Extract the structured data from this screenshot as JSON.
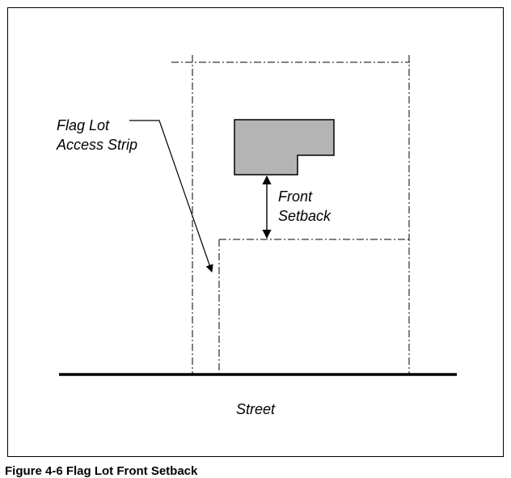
{
  "labels": {
    "flag_lot_line1": "Flag Lot",
    "flag_lot_line2": "Access Strip",
    "front_line1": "Front",
    "front_line2": "Setback",
    "street": "Street"
  },
  "caption": "Figure 4-6 Flag Lot Front Setback",
  "colors": {
    "building_fill": "#b4b4b4",
    "line": "#000000"
  }
}
